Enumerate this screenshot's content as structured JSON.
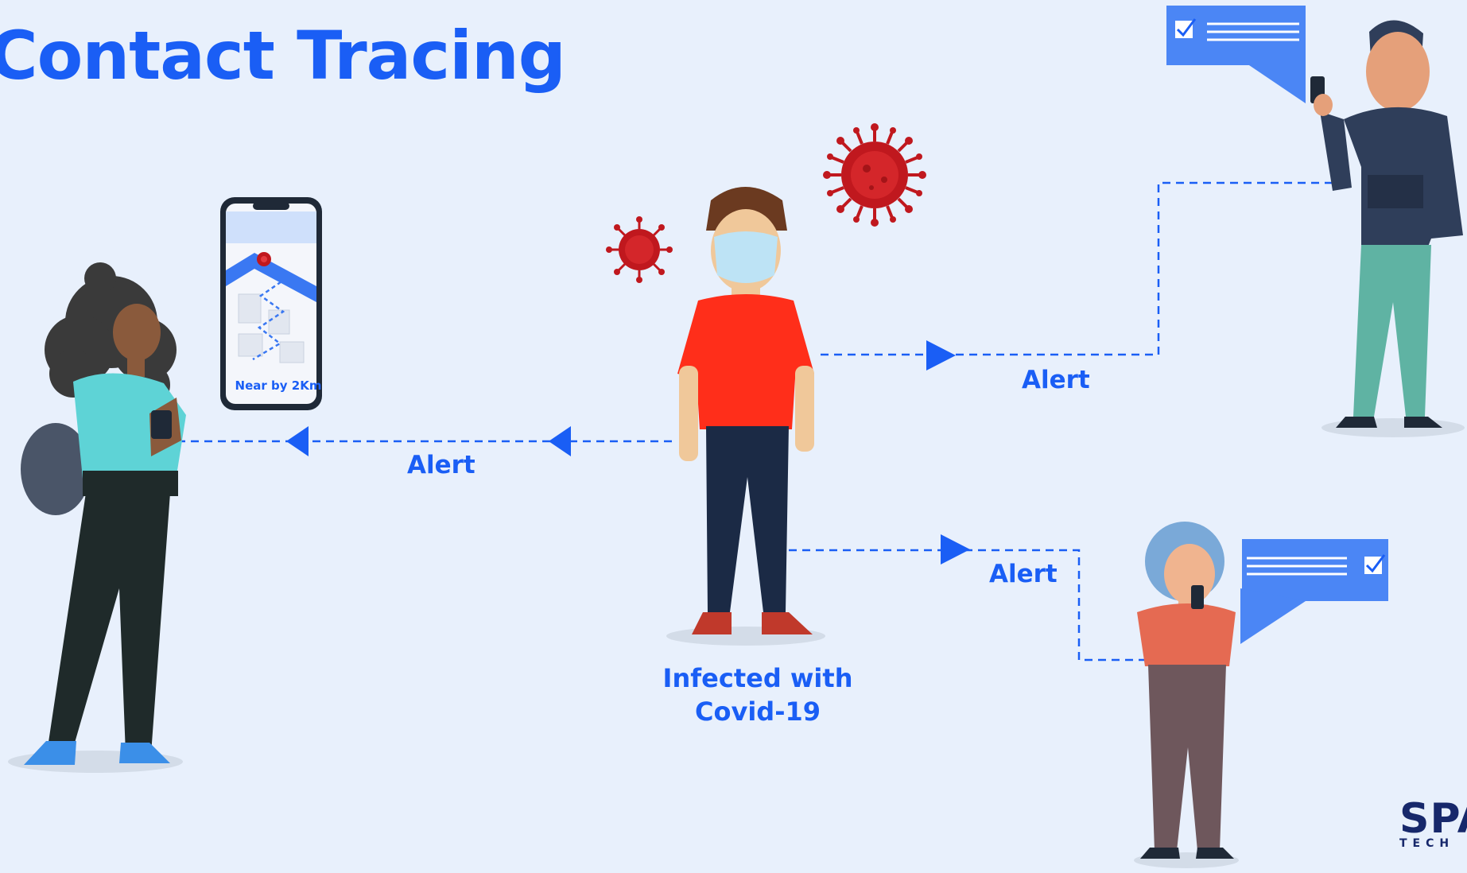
{
  "title": "Contact Tracing",
  "alerts": {
    "left": "Alert",
    "top_right": "Alert",
    "bottom_right": "Alert"
  },
  "infected_caption": {
    "line1": "Infected with",
    "line2": "Covid-19"
  },
  "phone": {
    "label": "Near by 2Km"
  },
  "logo": {
    "main": "SPA",
    "sub": "TECH"
  },
  "colors": {
    "background": "#e8f0fc",
    "accent": "#1a5ef5",
    "virus": "#c0181e",
    "logo": "#17286b"
  },
  "icons": [
    "virus-icon",
    "smartphone-icon",
    "chat-bubble-icon",
    "checkbox-icon",
    "arrow-right-icon",
    "arrow-left-icon",
    "location-pin-icon"
  ]
}
